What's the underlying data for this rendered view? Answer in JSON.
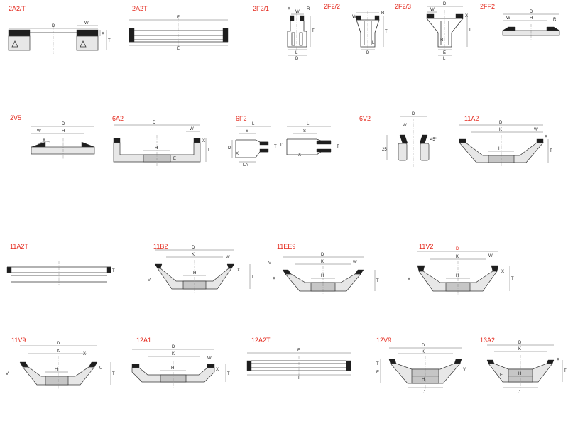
{
  "accent_color": "#e4281c",
  "figures": {
    "f2A2T_a": {
      "label": "2A2/T",
      "dims": [
        "D",
        "W",
        "X",
        "T"
      ]
    },
    "f2A2T_b": {
      "label": "2A2T",
      "dims": [
        "E",
        "E"
      ]
    },
    "f2F2_1": {
      "label": "2F2/1",
      "dims": [
        "X",
        "R",
        "W",
        "T",
        "L",
        "D"
      ]
    },
    "f2F2_2": {
      "label": "2F2/2",
      "dims": [
        "W",
        "R",
        "T",
        "D",
        "L"
      ]
    },
    "f2F2_3": {
      "label": "2F2/3",
      "dims": [
        "D",
        "W",
        "X",
        "T",
        "R",
        "E",
        "L"
      ]
    },
    "f2FF2": {
      "label": "2FF2",
      "dims": [
        "D",
        "W",
        "H",
        "R"
      ]
    },
    "f2V5": {
      "label": "2V5",
      "dims": [
        "D",
        "W",
        "H",
        "V"
      ]
    },
    "f6A2": {
      "label": "6A2",
      "dims": [
        "D",
        "W",
        "H",
        "X",
        "T",
        "E"
      ]
    },
    "f6F2": {
      "label": "6F2",
      "dims": [
        "L",
        "S",
        "D",
        "T",
        "X",
        "LA",
        "L",
        "S",
        "D",
        "X",
        "T"
      ]
    },
    "f6V2": {
      "label": "6V2",
      "dims": [
        "D",
        "W",
        "25",
        "45°"
      ]
    },
    "f11A2": {
      "label": "11A2",
      "dims": [
        "D",
        "K",
        "W",
        "X",
        "T",
        "H"
      ]
    },
    "f11A2T": {
      "label": "11A2T",
      "dims": [
        "T"
      ]
    },
    "f11B2": {
      "label": "11B2",
      "dims": [
        "D",
        "K",
        "W",
        "X",
        "T",
        "H",
        "V"
      ]
    },
    "f11EE9": {
      "label": "11EE9",
      "dims": [
        "D",
        "K",
        "W",
        "X",
        "T",
        "H",
        "V"
      ]
    },
    "f11V2": {
      "label": "11V2",
      "dims": [
        "D",
        "K",
        "W",
        "X",
        "T",
        "H",
        "V"
      ]
    },
    "f11V9": {
      "label": "11V9",
      "dims": [
        "D",
        "K",
        "X",
        "U",
        "T",
        "H",
        "V"
      ]
    },
    "f12A1": {
      "label": "12A1",
      "dims": [
        "D",
        "K",
        "W",
        "X",
        "T",
        "H"
      ]
    },
    "f12A2T": {
      "label": "12A2T",
      "dims": [
        "E",
        "T"
      ]
    },
    "f12V9": {
      "label": "12V9",
      "dims": [
        "D",
        "K",
        "T",
        "E",
        "H",
        "J",
        "V"
      ]
    },
    "f13A2": {
      "label": "13A2",
      "dims": [
        "D",
        "K",
        "X",
        "T",
        "E",
        "J",
        "H"
      ]
    }
  }
}
